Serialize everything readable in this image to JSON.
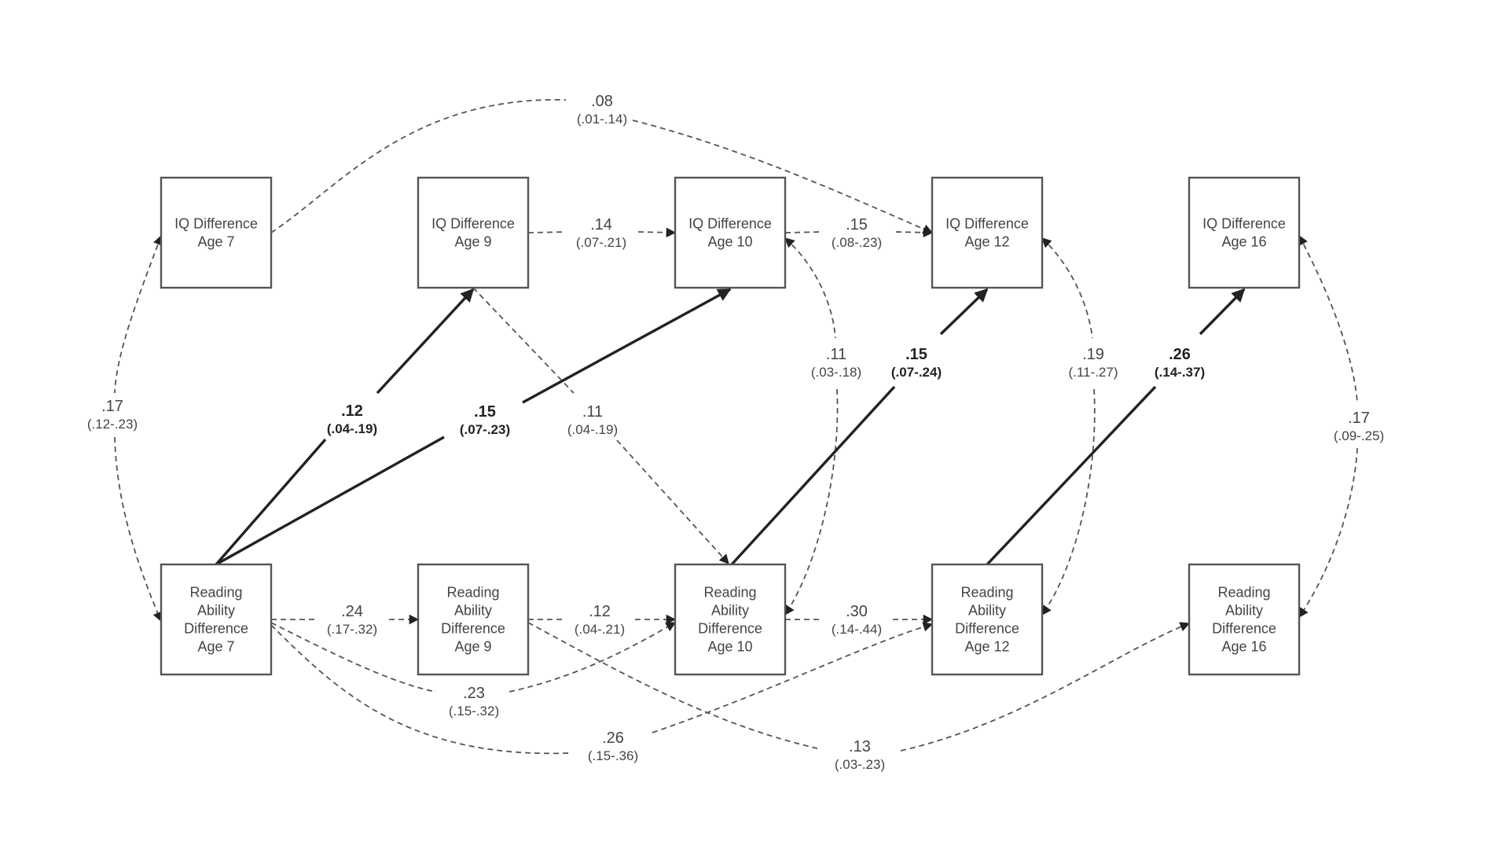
{
  "diagram": {
    "type": "cross-lagged path model",
    "colors": {
      "box_stroke": "#555555",
      "solid_edge": "#222222",
      "dashed_edge": "#555555",
      "text": "#444444"
    },
    "nodes": [
      {
        "id": "iq7",
        "lines": [
          "IQ Difference",
          "Age 7"
        ]
      },
      {
        "id": "iq9",
        "lines": [
          "IQ Difference",
          "Age 9"
        ]
      },
      {
        "id": "iq10",
        "lines": [
          "IQ Difference",
          "Age 10"
        ]
      },
      {
        "id": "iq12",
        "lines": [
          "IQ Difference",
          "Age 12"
        ]
      },
      {
        "id": "iq16",
        "lines": [
          "IQ Difference",
          "Age 16"
        ]
      },
      {
        "id": "ra7",
        "lines": [
          "Reading",
          "Ability",
          "Difference",
          "Age 7"
        ]
      },
      {
        "id": "ra9",
        "lines": [
          "Reading",
          "Ability",
          "Difference",
          "Age 9"
        ]
      },
      {
        "id": "ra10",
        "lines": [
          "Reading",
          "Ability",
          "Difference",
          "Age 10"
        ]
      },
      {
        "id": "ra12",
        "lines": [
          "Reading",
          "Ability",
          "Difference",
          "Age 12"
        ]
      },
      {
        "id": "ra16",
        "lines": [
          "Reading",
          "Ability",
          "Difference",
          "Age 16"
        ]
      }
    ],
    "edges": [
      {
        "id": "iq7-iq12",
        "from": "iq7",
        "to": "iq12",
        "style": "dashed",
        "bold": false,
        "bidirectional": false,
        "coef": ".08",
        "ci": "(.01-.14)"
      },
      {
        "id": "iq9-iq10",
        "from": "iq9",
        "to": "iq10",
        "style": "dashed",
        "bold": false,
        "bidirectional": false,
        "coef": ".14",
        "ci": "(.07-.21)"
      },
      {
        "id": "iq10-iq12",
        "from": "iq10",
        "to": "iq12",
        "style": "dashed",
        "bold": false,
        "bidirectional": false,
        "coef": ".15",
        "ci": "(.08-.23)"
      },
      {
        "id": "iq7-ra7",
        "from": "iq7",
        "to": "ra7",
        "style": "dashed",
        "bold": false,
        "bidirectional": true,
        "coef": ".17",
        "ci": "(.12-.23)"
      },
      {
        "id": "ra7-iq9",
        "from": "ra7",
        "to": "iq9",
        "style": "solid",
        "bold": true,
        "bidirectional": false,
        "coef": ".12",
        "ci": "(.04-.19)"
      },
      {
        "id": "ra7-iq10",
        "from": "ra7",
        "to": "iq10",
        "style": "solid",
        "bold": true,
        "bidirectional": false,
        "coef": ".15",
        "ci": "(.07-.23)"
      },
      {
        "id": "iq9-ra10",
        "from": "iq9",
        "to": "ra10",
        "style": "dashed",
        "bold": false,
        "bidirectional": false,
        "coef": ".11",
        "ci": "(.04-.19)"
      },
      {
        "id": "iq10-ra10",
        "from": "iq10",
        "to": "ra10",
        "style": "dashed",
        "bold": false,
        "bidirectional": true,
        "coef": ".11",
        "ci": "(.03-.18)"
      },
      {
        "id": "ra10-iq12",
        "from": "ra10",
        "to": "iq12",
        "style": "solid",
        "bold": true,
        "bidirectional": false,
        "coef": ".15",
        "ci": "(.07-.24)"
      },
      {
        "id": "iq12-ra12",
        "from": "iq12",
        "to": "ra12",
        "style": "dashed",
        "bold": false,
        "bidirectional": true,
        "coef": ".19",
        "ci": "(.11-.27)"
      },
      {
        "id": "ra12-iq16",
        "from": "ra12",
        "to": "iq16",
        "style": "solid",
        "bold": true,
        "bidirectional": false,
        "coef": ".26",
        "ci": "(.14-.37)"
      },
      {
        "id": "iq16-ra16",
        "from": "iq16",
        "to": "ra16",
        "style": "dashed",
        "bold": false,
        "bidirectional": true,
        "coef": ".17",
        "ci": "(.09-.25)"
      },
      {
        "id": "ra7-ra9",
        "from": "ra7",
        "to": "ra9",
        "style": "dashed",
        "bold": false,
        "bidirectional": false,
        "coef": ".24",
        "ci": "(.17-.32)"
      },
      {
        "id": "ra9-ra10",
        "from": "ra9",
        "to": "ra10",
        "style": "dashed",
        "bold": false,
        "bidirectional": false,
        "coef": ".12",
        "ci": "(.04-.21)"
      },
      {
        "id": "ra10-ra12",
        "from": "ra10",
        "to": "ra12",
        "style": "dashed",
        "bold": false,
        "bidirectional": false,
        "coef": ".30",
        "ci": "(.14-.44)"
      },
      {
        "id": "ra7-ra10",
        "from": "ra7",
        "to": "ra10",
        "style": "dashed",
        "bold": false,
        "bidirectional": false,
        "coef": ".23",
        "ci": "(.15-.32)"
      },
      {
        "id": "ra7-ra12",
        "from": "ra7",
        "to": "ra12",
        "style": "dashed",
        "bold": false,
        "bidirectional": false,
        "coef": ".26",
        "ci": "(.15-.36)"
      },
      {
        "id": "ra9-ra16",
        "from": "ra9",
        "to": "ra16",
        "style": "dashed",
        "bold": false,
        "bidirectional": false,
        "coef": ".13",
        "ci": "(.03-.23)"
      }
    ]
  }
}
